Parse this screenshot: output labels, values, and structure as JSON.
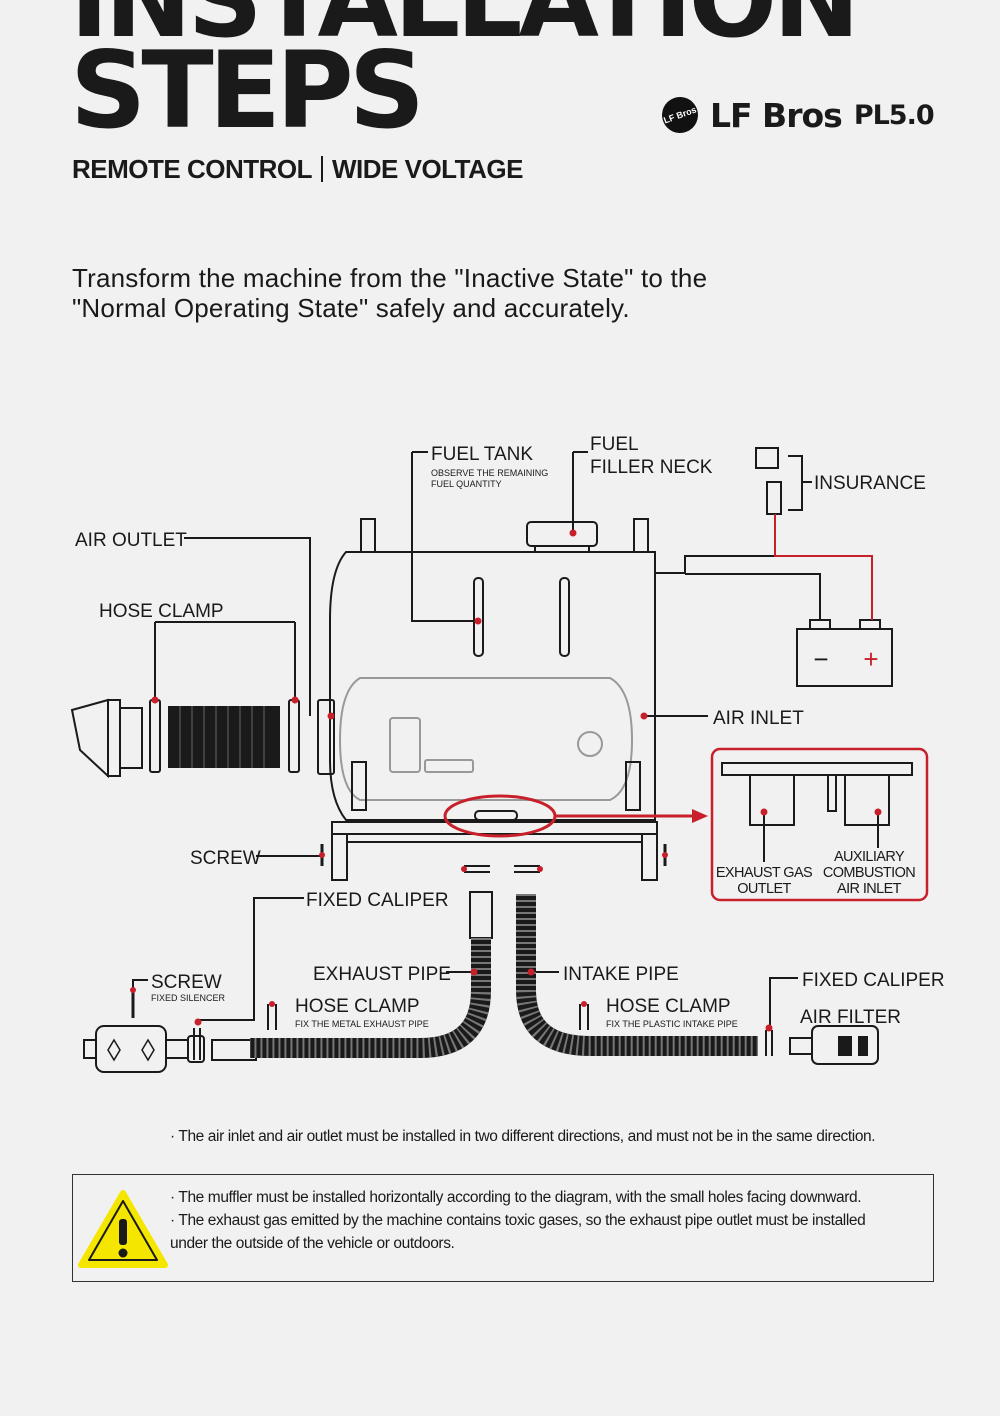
{
  "header": {
    "title_top": "INSTALLATION",
    "title_main": "STEPS",
    "subtitle_left": "REMOTE CONTROL",
    "subtitle_right": "WIDE VOLTAGE",
    "brand_logo_text": "LF Bros",
    "brand_name": "LF Bros",
    "brand_model": "PL5.0"
  },
  "intro": {
    "line1": "Transform the machine from the \"Inactive State\" to the",
    "line2": "\"Normal Operating State\" safely and accurately."
  },
  "labels": {
    "fuel_tank": "FUEL TANK",
    "fuel_tank_note1": "OBSERVE THE REMAINING",
    "fuel_tank_note2": "FUEL QUANTITY",
    "fuel_filler_neck_1": "FUEL",
    "fuel_filler_neck_2": "FILLER NECK",
    "insurance": "INSURANCE",
    "air_outlet": "AIR OUTLET",
    "hose_clamp_top": "HOSE CLAMP",
    "air_inlet": "AIR INLET",
    "screw_mid": "SCREW",
    "fixed_caliper_mid": "FIXED CALIPER",
    "exhaust_gas_outlet_1": "EXHAUST GAS",
    "exhaust_gas_outlet_2": "OUTLET",
    "aux_inlet_1": "AUXILIARY",
    "aux_inlet_2": "COMBUSTION",
    "aux_inlet_3": "AIR INLET",
    "exhaust_pipe": "EXHAUST PIPE",
    "intake_pipe": "INTAKE PIPE",
    "fixed_caliper_right": "FIXED CALIPER",
    "screw_bottom": "SCREW",
    "fixed_silencer": "FIXED SILENCER",
    "hose_clamp_exhaust": "HOSE CLAMP",
    "hose_clamp_exhaust_note": "FIX THE METAL EXHAUST PIPE",
    "hose_clamp_intake": "HOSE CLAMP",
    "hose_clamp_intake_note": "FIX THE PLASTIC INTAKE PIPE",
    "air_filter": "AIR FILTER",
    "battery_minus": "−",
    "battery_plus": "+"
  },
  "notes": {
    "note_direction": "· The air inlet and air outlet must be installed in two different directions, and must not be in the same direction.",
    "warning_line1": "· The muffler must be installed horizontally according to the diagram, with the small holes facing downward.",
    "warning_line2": "· The exhaust gas emitted by the machine contains toxic gases, so the exhaust pipe outlet must be installed",
    "warning_line3": "under the outside of the vehicle or outdoors."
  },
  "colors": {
    "accent_red": "#c8202a",
    "line": "#1a1a1a",
    "warning_yellow": "#f5e600"
  }
}
